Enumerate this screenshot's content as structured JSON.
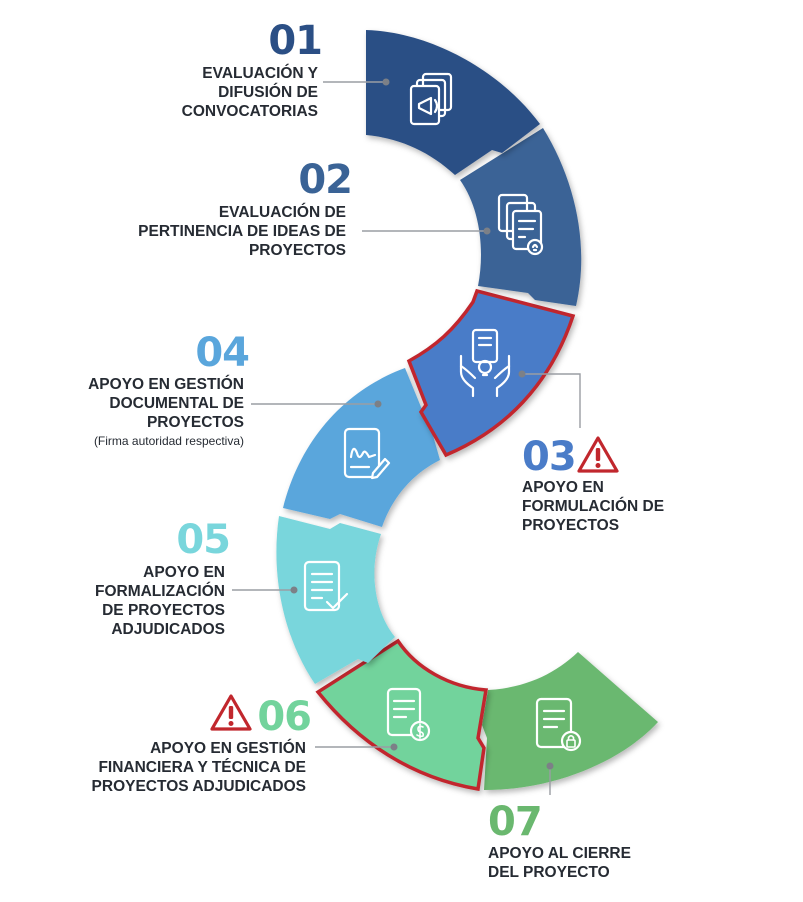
{
  "colors": {
    "step01": "#2b4f85",
    "step02": "#3a6396",
    "step03": "#4a7cc8",
    "step04": "#5aa6dc",
    "step05": "#79d6dc",
    "step06": "#72d39c",
    "step07": "#6ab86f",
    "alert": "#c1272d",
    "text": "#262b33"
  },
  "steps": [
    {
      "id": "01",
      "number": "01",
      "lines": [
        "EVALUACIÓN Y",
        "DIFUSIÓN DE",
        "CONVOCATORIAS"
      ],
      "icon": "documents-megaphone-icon"
    },
    {
      "id": "02",
      "number": "02",
      "lines": [
        "EVALUACIÓN DE",
        "PERTINENCIA DE IDEAS DE",
        "PROYECTOS"
      ],
      "icon": "documents-lightbulb-icon"
    },
    {
      "id": "03",
      "number": "03",
      "lines": [
        "APOYO EN",
        "FORMULACIÓN DE",
        "PROYECTOS"
      ],
      "icon": "hands-document-icon",
      "alert": true
    },
    {
      "id": "04",
      "number": "04",
      "lines": [
        "APOYO EN GESTIÓN",
        "DOCUMENTAL DE",
        "PROYECTOS"
      ],
      "note": "(Firma autoridad respectiva)",
      "icon": "signature-document-icon"
    },
    {
      "id": "05",
      "number": "05",
      "lines": [
        "APOYO EN",
        "FORMALIZACIÓN",
        "DE PROYECTOS",
        "ADJUDICADOS"
      ],
      "icon": "document-check-icon"
    },
    {
      "id": "06",
      "number": "06",
      "lines": [
        "APOYO EN GESTIÓN",
        "FINANCIERA Y TÉCNICA DE",
        "PROYECTOS ADJUDICADOS"
      ],
      "icon": "document-dollar-icon",
      "alert": true
    },
    {
      "id": "07",
      "number": "07",
      "lines": [
        "APOYO AL CIERRE",
        "DEL PROYECTO"
      ],
      "icon": "document-lock-icon"
    }
  ]
}
